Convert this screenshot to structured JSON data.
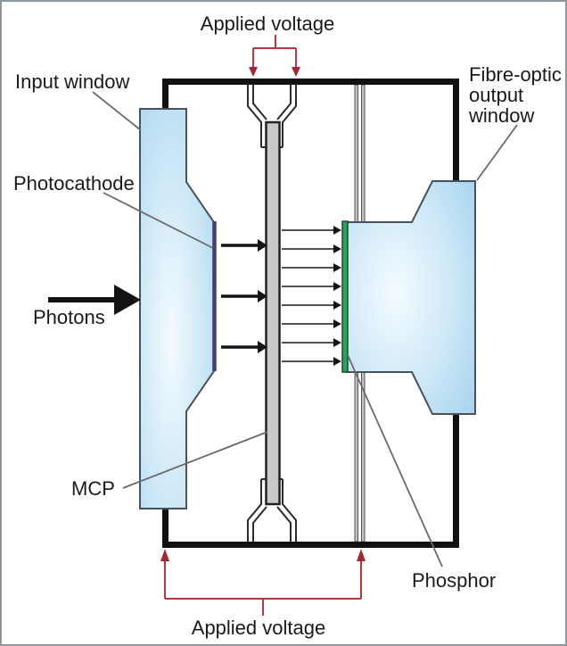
{
  "diagram": {
    "labels": {
      "applied_voltage_top": "Applied voltage",
      "input_window": "Input window",
      "fibre_optic_output_window": {
        "line1": "Fibre-optic",
        "line2": "output",
        "line3": "window"
      },
      "photocathode": "Photocathode",
      "photons": "Photons",
      "mcp": "MCP",
      "phosphor": "Phosphor",
      "applied_voltage_bottom": "Applied voltage"
    },
    "colors": {
      "window_highlight": "#f4fbff",
      "window_mid": "#cde8f7",
      "window_edge": "#a6d4ee",
      "window_outline": "#46525e",
      "frame_black": "#111111",
      "mcp_fill": "#c9c9c9",
      "mcp_edge": "#222222",
      "anode_fill": "#c0c0c0",
      "phosphor_green": "#2aa35c",
      "phosphor_outline": "#1c4a33",
      "photocathode_purple": "#40406e",
      "annotation_red": "#b5383d",
      "annotation_red_dark": "#a42832",
      "pointer_gray": "#6b6b6b",
      "arrow_black": "#141414",
      "thin_arrow_shaft": "#3a3a3a"
    },
    "arrows": {
      "electron_arrows_y": [
        273,
        330,
        387
      ],
      "light_arrows_y": [
        256,
        277,
        298,
        319,
        340,
        361,
        382,
        403
      ]
    }
  }
}
